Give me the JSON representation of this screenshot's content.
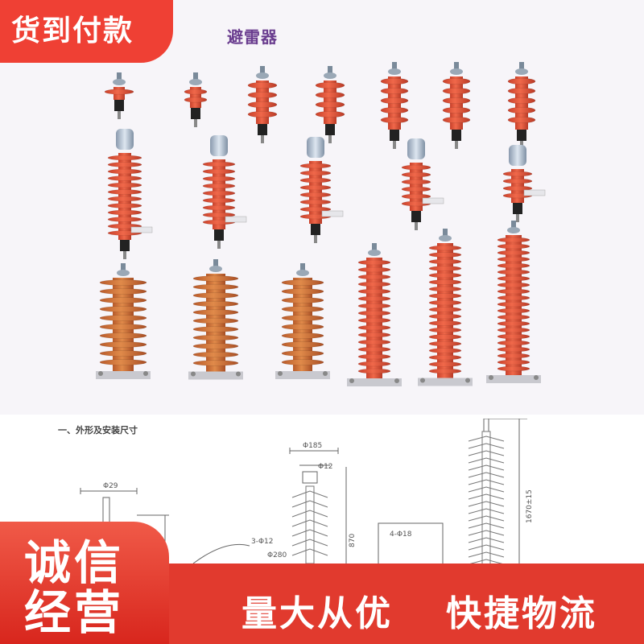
{
  "badge": {
    "text": "货到付款"
  },
  "category_title": "避雷器",
  "section_title": "一、外形及安装尺寸",
  "drawing_labels": {
    "d1": "Φ29",
    "d2": "Φ185",
    "d3": "Φ12",
    "d4": "3-Φ12",
    "d5": "Φ280",
    "d6": "870",
    "d7": "4-Φ18",
    "d8": "1670±15"
  },
  "footer": {
    "left_line1": "诚信",
    "left_line2": "经营",
    "slogan1": "量大从优",
    "slogan2": "快捷物流"
  },
  "colors": {
    "accent_red": "#ef4034",
    "footer_red": "#e13a2e",
    "arrester_red": "#e85a3a",
    "arrester_orange": "#d9733a"
  }
}
